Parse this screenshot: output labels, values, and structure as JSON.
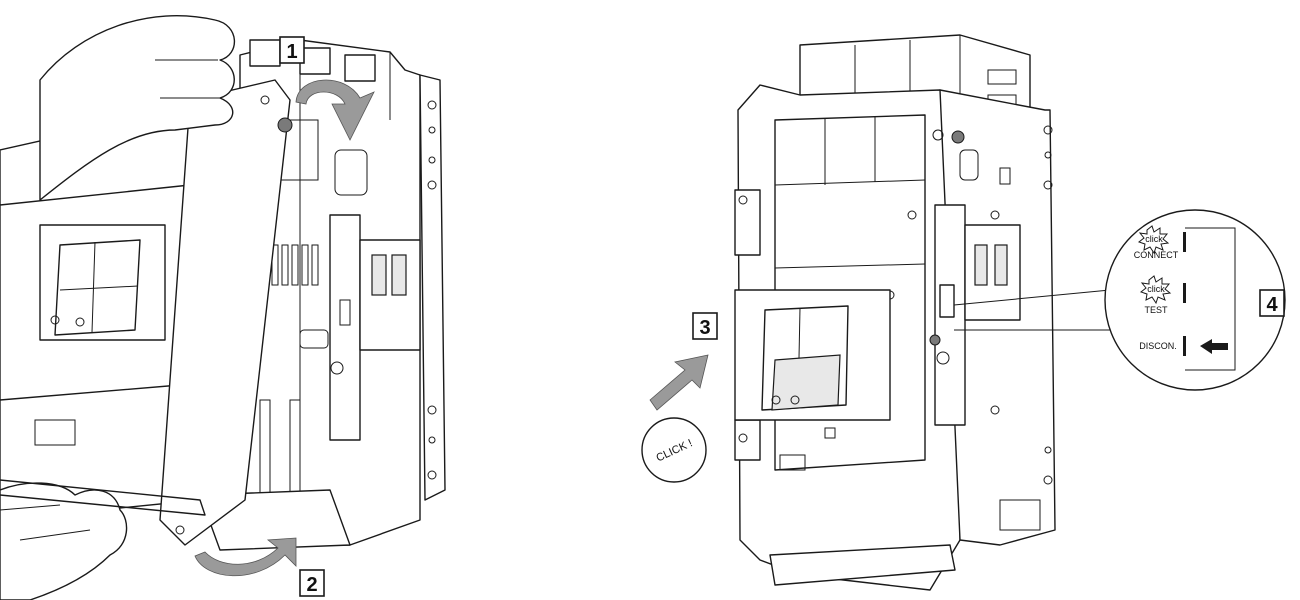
{
  "steps": [
    {
      "label": "1"
    },
    {
      "label": "2"
    },
    {
      "label": "3"
    },
    {
      "label": "4"
    }
  ],
  "click_bubble": "CLICK !",
  "detail": {
    "connect_burst": "click",
    "connect_label": "CONNECT",
    "test_burst": "click",
    "test_label": "TEST",
    "discon_label": "DISCON."
  },
  "colors": {
    "line": "#1a1a1a",
    "arrow_fill": "#9a9a9a",
    "background": "#ffffff"
  }
}
